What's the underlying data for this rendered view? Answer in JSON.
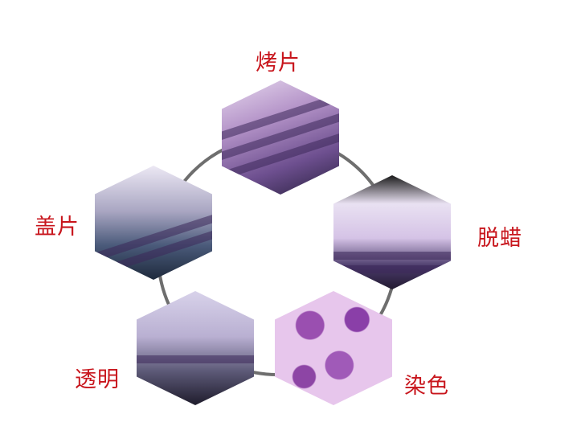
{
  "steps": [
    {
      "label": "烤片",
      "image": "baking-slides-photo"
    },
    {
      "label": "脱蜡",
      "image": "dewaxing-photo"
    },
    {
      "label": "染色",
      "image": "stained-tissue-micrograph"
    },
    {
      "label": "透明",
      "image": "clearing-photo"
    },
    {
      "label": "盖片",
      "image": "coverslipping-photo"
    }
  ],
  "colors": {
    "label": "#c8161d",
    "ring": "#6e6e6e"
  }
}
